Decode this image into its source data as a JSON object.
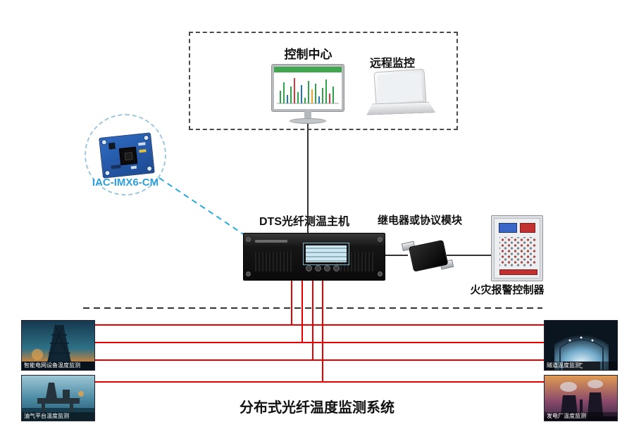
{
  "diagram_title": "分布式光纤温度监测系统",
  "control_center": {
    "label": "控制中心"
  },
  "remote_monitoring": {
    "label": "远程监控"
  },
  "embedded_board": {
    "label": "IAC-IMX6-CM"
  },
  "dts_host": {
    "label": "DTS光纤测温主机"
  },
  "relay_module": {
    "label": "继电器或协议模块"
  },
  "fire_alarm_controller": {
    "label": "火灾报警控制器"
  },
  "sites": [
    {
      "caption": "智能电网设备温度监测"
    },
    {
      "caption": "油气平台温度监测"
    },
    {
      "caption": "隧道温度监测"
    },
    {
      "caption": "发电厂温度监测"
    }
  ],
  "colors": {
    "fiber_line": "#e60000",
    "link_line": "#333333",
    "board_link": "#29a9e0",
    "accent_blue": "#2e9fd8"
  }
}
